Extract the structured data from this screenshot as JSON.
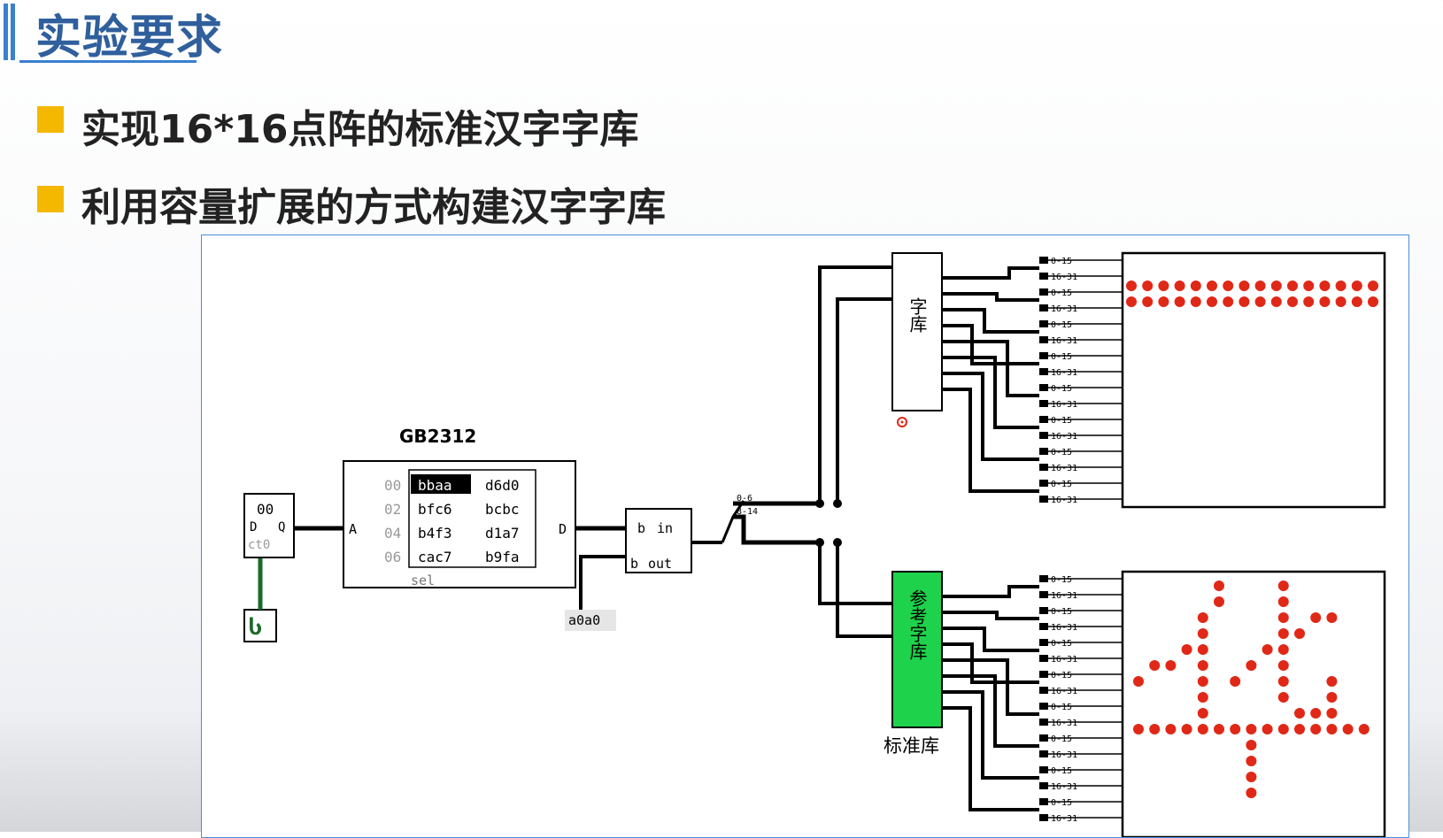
{
  "slide": {
    "title": "实验要求",
    "bullets": [
      "实现16*16点阵的标准汉字字库",
      "利用容量扩展的方式构建汉字字库"
    ]
  },
  "circuit": {
    "rom_label": "GB2312",
    "rom_pin_a": "A",
    "rom_pin_d": "D",
    "rom_sel": "sel",
    "rom_rows": [
      {
        "addr": "00",
        "v1": "bbaa",
        "v2": "d6d0"
      },
      {
        "addr": "02",
        "v1": "bfc6",
        "v2": "bcbc"
      },
      {
        "addr": "04",
        "v1": "b4f3",
        "v2": "d1a7"
      },
      {
        "addr": "06",
        "v1": "cac7",
        "v2": "b9fa"
      }
    ],
    "counter_value": "00",
    "counter_d": "D",
    "counter_q": "Q",
    "counter_ct": "ct0",
    "clock_symbol": "Ⴑ",
    "sub_b1": "b",
    "sub_in": "in",
    "sub_b2": "b",
    "sub_out": "out",
    "const_value": "a0a0",
    "splitter_top": "0-6",
    "splitter_bot": "8-14",
    "font_lib_label": "字库",
    "ref_font_lib_label": "参考字库",
    "std_lib_caption": "标准库",
    "pin_label_a": "0-15",
    "pin_label_b": "16-31"
  },
  "colors": {
    "title_blue": "#2f5f9c",
    "bullet_yellow": "#f5b800",
    "led_red": "#e02818",
    "ref_green": "#1ed24b"
  }
}
